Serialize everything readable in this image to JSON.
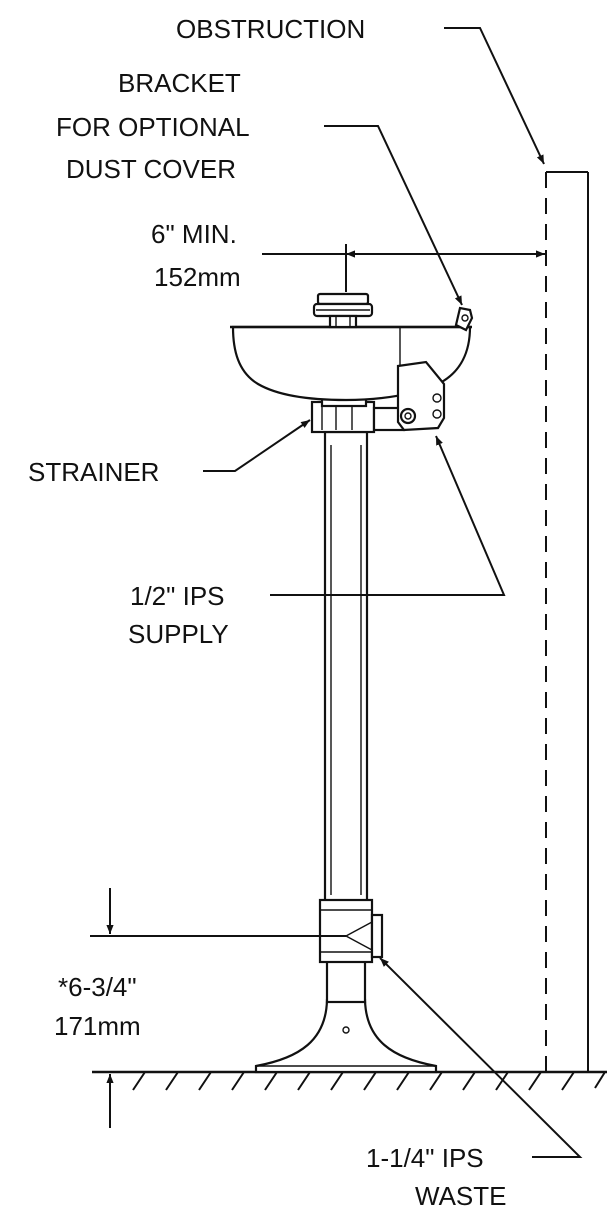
{
  "labels": {
    "obstruction": "OBSTRUCTION",
    "bracket": [
      "BRACKET",
      "FOR OPTIONAL",
      "DUST COVER"
    ],
    "clearance": [
      "6\" MIN.",
      "152mm"
    ],
    "strainer": "STRAINER",
    "supply": [
      "1/2\" IPS",
      "SUPPLY"
    ],
    "height": [
      "*6-3/4\"",
      "171mm"
    ],
    "waste": [
      "1-1/4\" IPS",
      "WASTE"
    ]
  }
}
